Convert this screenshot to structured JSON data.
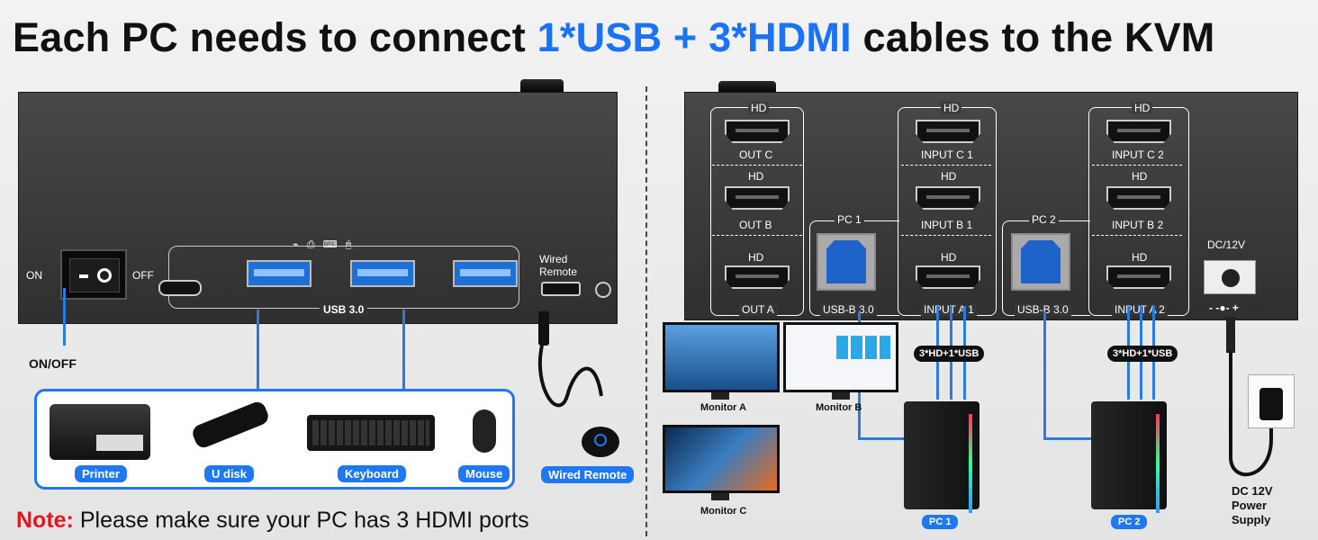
{
  "title": {
    "pre": "Each PC needs to connect ",
    "highlight": "1*USB + 3*HDMI",
    "post": " cables to the KVM"
  },
  "left": {
    "switch_on": "ON",
    "switch_off": "OFF",
    "onoff_label": "ON/OFF",
    "usb_label": "USB 3.0",
    "wired_remote_port": "Wired\nRemote",
    "wired_remote_pill": "Wired Remote",
    "devices": [
      "Printer",
      "U disk",
      "Keyboard",
      "Mouse"
    ]
  },
  "right": {
    "hd": "HD",
    "out_c": "OUT C",
    "out_b": "OUT B",
    "out_a": "OUT A",
    "input_c1": "INPUT C 1",
    "input_b1": "INPUT B 1",
    "input_a1": "INPUT A 1",
    "input_c2": "INPUT C 2",
    "input_b2": "INPUT B 2",
    "input_a2": "INPUT A 2",
    "pc1": "PC 1",
    "pc2": "PC 2",
    "usbb": "USB-B 3.0",
    "dc": "DC/12V",
    "polarity": "- -●- +",
    "tag": "3*HD+1*USB",
    "monitor_a": "Monitor A",
    "monitor_b": "Monitor B",
    "monitor_c": "Monitor C",
    "pc1_pill": "PC 1",
    "pc2_pill": "PC 2",
    "power_supply": "DC 12V\nPower\nSupply"
  },
  "note": {
    "label": "Note:",
    "text": " Please make sure your PC has 3 HDMI ports"
  },
  "colors": {
    "accent": "#1a72f5",
    "note_red": "#e8141b"
  }
}
